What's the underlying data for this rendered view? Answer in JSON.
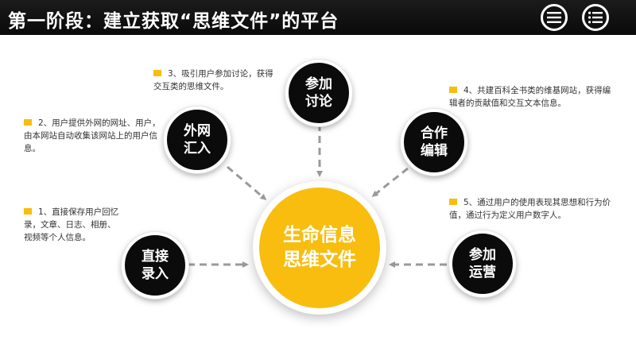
{
  "header": {
    "title": "第一阶段：建立获取“思维文件”的平台",
    "menu_icon_1": "hamburger-menu-icon",
    "menu_icon_2": "list-menu-icon"
  },
  "colors": {
    "accent": "#f9bd0f",
    "node_fill": "#0b0b0b",
    "header_bg": "#111111"
  },
  "diagram": {
    "center": {
      "label": "生命信息思维文件"
    },
    "nodes": [
      {
        "id": "direct",
        "label": "直接录入"
      },
      {
        "id": "external",
        "label": "外网汇入"
      },
      {
        "id": "discuss",
        "label": "参加讨论"
      },
      {
        "id": "cooperate",
        "label": "合作编辑"
      },
      {
        "id": "operate",
        "label": "参加运营"
      }
    ],
    "notes": [
      "1、直接保存用户回忆录，文章、日志、相册、视频等个人信息。",
      "2、用户提供外网的网址、用户，由本网站自动收集该网站上的用户信息。",
      "3、吸引用户参加讨论，获得交互类的思维文件。",
      "4、共建百科全书类的维基网站，获得编辑者的贡献值和交互文本信息。",
      "5、通过用户的使用表现其思想和行为价值，通过行为定义用户数字人。"
    ]
  }
}
